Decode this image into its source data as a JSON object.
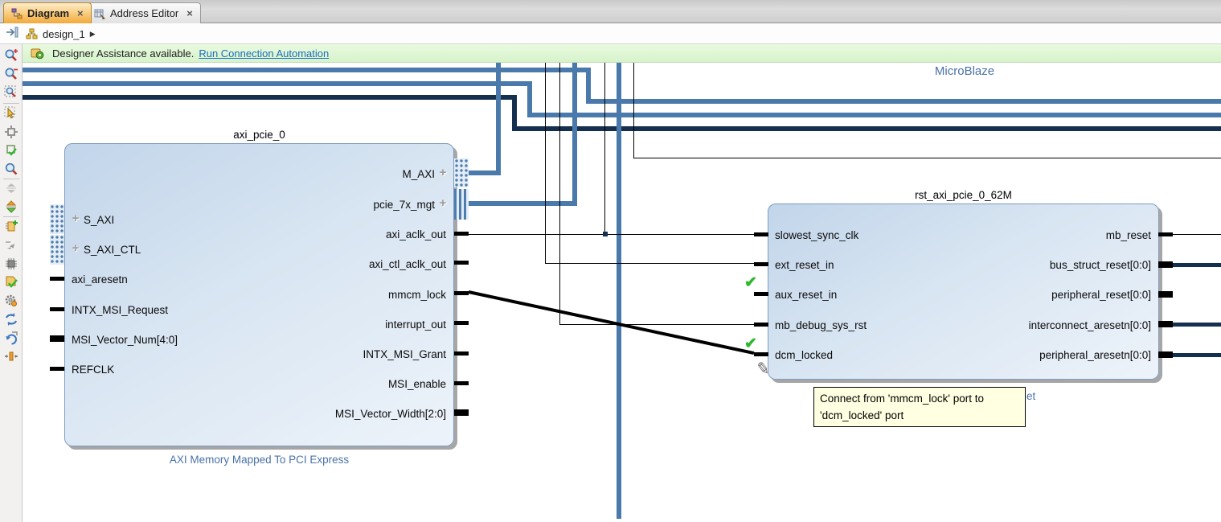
{
  "tabs": [
    {
      "label": "Diagram",
      "active": true
    },
    {
      "label": "Address Editor",
      "active": false
    }
  ],
  "breadcrumb": {
    "design": "design_1"
  },
  "banner": {
    "message": "Designer Assistance available.",
    "link": "Run Connection Automation"
  },
  "toolbar": {
    "items": [
      "zoom-in",
      "zoom-out",
      "zoom-selection",
      "select-pointer",
      "fit-selection",
      "expand-selection",
      "find",
      "collapse-block",
      "expand-block",
      "add-ip",
      "select-parent",
      "customize-block",
      "validate-design",
      "settings",
      "regenerate-layout",
      "reset-layout",
      "fit-width"
    ]
  },
  "canvas": {
    "microblaze_label": "MicroBlaze",
    "blocks": [
      {
        "title": "axi_pcie_0",
        "caption": "AXI Memory Mapped To PCI Express",
        "left_ports": [
          {
            "label": "S_AXI",
            "type": "interface"
          },
          {
            "label": "S_AXI_CTL",
            "type": "interface"
          },
          {
            "label": "axi_aresetn",
            "type": "pin"
          },
          {
            "label": "INTX_MSI_Request",
            "type": "pin"
          },
          {
            "label": "MSI_Vector_Num[4:0]",
            "type": "bus"
          },
          {
            "label": "REFCLK",
            "type": "pin"
          }
        ],
        "right_ports": [
          {
            "label": "M_AXI",
            "type": "interface"
          },
          {
            "label": "pcie_7x_mgt",
            "type": "interface"
          },
          {
            "label": "axi_aclk_out",
            "type": "pin"
          },
          {
            "label": "axi_ctl_aclk_out",
            "type": "pin"
          },
          {
            "label": "mmcm_lock",
            "type": "pin"
          },
          {
            "label": "interrupt_out",
            "type": "pin"
          },
          {
            "label": "INTX_MSI_Grant",
            "type": "pin"
          },
          {
            "label": "MSI_enable",
            "type": "pin"
          },
          {
            "label": "MSI_Vector_Width[2:0]",
            "type": "bus"
          }
        ]
      },
      {
        "title": "rst_axi_pcie_0_62M",
        "left_ports": [
          {
            "label": "slowest_sync_clk",
            "type": "pin"
          },
          {
            "label": "ext_reset_in",
            "type": "pin"
          },
          {
            "label": "aux_reset_in",
            "type": "pin",
            "check": true
          },
          {
            "label": "mb_debug_sys_rst",
            "type": "pin"
          },
          {
            "label": "dcm_locked",
            "type": "pin",
            "check": true
          }
        ],
        "right_ports": [
          {
            "label": "mb_reset",
            "type": "pin"
          },
          {
            "label": "bus_struct_reset[0:0]",
            "type": "bus"
          },
          {
            "label": "peripheral_reset[0:0]",
            "type": "bus"
          },
          {
            "label": "interconnect_aresetn[0:0]",
            "type": "bus"
          },
          {
            "label": "peripheral_aresetn[0:0]",
            "type": "bus"
          }
        ]
      }
    ],
    "tooltip": {
      "line1": "Connect from 'mmcm_lock' port to",
      "line2": "'dcm_locked' port"
    },
    "hidden_caption_fragment": "et"
  },
  "icons": {
    "close": "×",
    "plus": "+",
    "check": "✔",
    "pencil": "✎",
    "crumb_arrow": "▶"
  },
  "colors": {
    "wire_blue": "#4a79ab",
    "wire_navy": "#152f4e",
    "block_caption_blue": "#4a72a8",
    "banner_green": "#ddf5d0",
    "link_blue": "#1d6cc0",
    "active_tab_orange": "#f2a93b",
    "tooltip_yellow": "#ffffe1",
    "check_green": "#2db82d"
  }
}
